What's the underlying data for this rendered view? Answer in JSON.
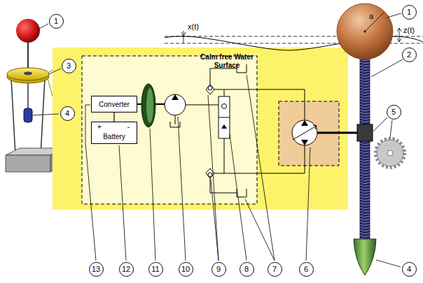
{
  "diagram": {
    "nodes": [
      {
        "text": [
          "1"
        ]
      },
      {
        "text": [
          "1"
        ]
      },
      {
        "text": [
          "2"
        ]
      },
      {
        "text": [
          "3"
        ]
      },
      {
        "text": [
          "Converter"
        ]
      },
      {
        "text": [
          "+",
          "-",
          "Battery"
        ]
      },
      {
        "text": [
          "5"
        ]
      },
      {
        "text": [
          "4"
        ]
      },
      {
        "text": [
          "13"
        ]
      },
      {
        "text": [
          "12"
        ]
      },
      {
        "text": [
          "11"
        ]
      },
      {
        "text": [
          "10"
        ]
      },
      {
        "text": [
          "9"
        ]
      },
      {
        "text": [
          "8"
        ]
      },
      {
        "text": [
          "7"
        ]
      },
      {
        "text": [
          "6"
        ]
      },
      {
        "text": [
          "4"
        ]
      }
    ],
    "edges": [
      {
        "from": 4,
        "to": 5,
        "arrow": "none"
      }
    ],
    "labels": [
      "x(t)",
      "a",
      "z(t)",
      "Calm free Water Surface"
    ]
  }
}
